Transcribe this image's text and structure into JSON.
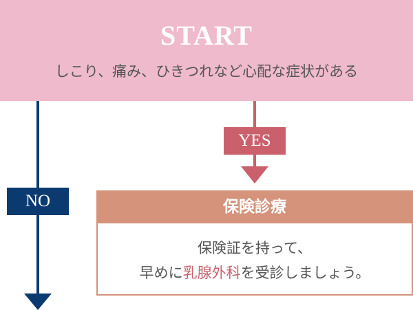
{
  "start": {
    "title": "START",
    "question": "しこり、痛み、ひきつれなど心配な症状がある"
  },
  "yes": {
    "label": "YES"
  },
  "no": {
    "label": "NO"
  },
  "result": {
    "title": "保険診療",
    "line1": "保険証を持って、",
    "line2_pre": "早めに",
    "line2_highlight": "乳腺外科",
    "line2_post": "を受診しましょう。"
  },
  "colors": {
    "pink_band": "#efbacc",
    "yes": "#c9606c",
    "no": "#0a3a70",
    "box": "#d4937a"
  }
}
